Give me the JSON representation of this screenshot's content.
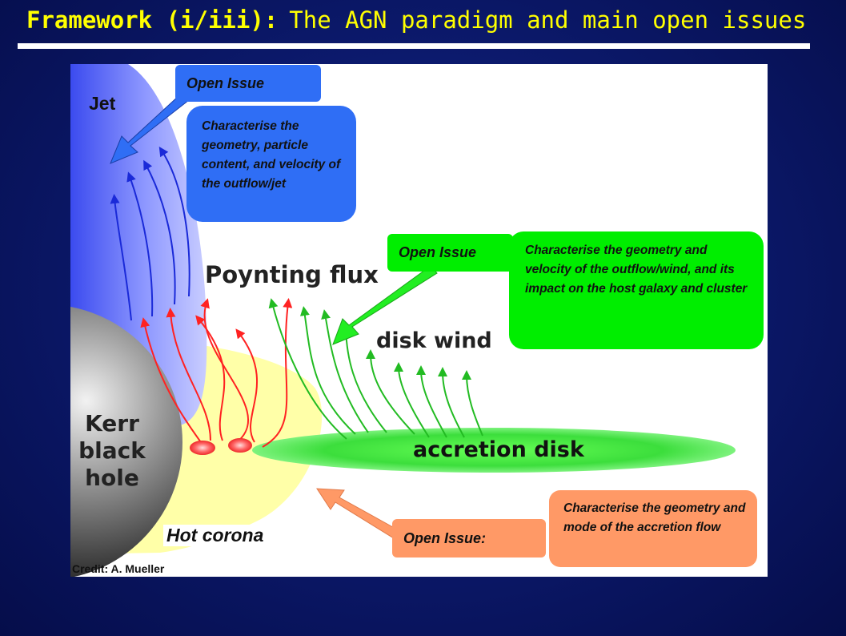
{
  "slide": {
    "title_bold": "Framework (i/iii):",
    "title_rest": "The AGN paradigm and main open issues"
  },
  "diagram": {
    "labels": {
      "jet": "Jet",
      "poynting_flux": "Poynting flux",
      "disk_wind": "disk wind",
      "kerr_line1": "Kerr",
      "kerr_line2": "black",
      "kerr_line3": "hole",
      "accretion_disk": "accretion disk",
      "hot_corona": "Hot corona",
      "credit": "Credit: A. Mueller"
    },
    "issues": {
      "jet": {
        "tag": "Open Issue",
        "text": "Characterise the geometry, particle content, and velocity of the outflow/jet",
        "color": "#2f6ef5"
      },
      "wind": {
        "tag": "Open Issue",
        "text": "Characterise the geometry and velocity of the outflow/wind, and its impact on the host galaxy and cluster",
        "color": "#00ee00"
      },
      "accretion": {
        "tag": "Open Issue:",
        "text": "Characterise the geometry and mode of the accretion flow",
        "color": "#ff9966"
      }
    }
  },
  "colors": {
    "background": "#0c1a6e",
    "title": "#ffff00",
    "jet_blue": "#6a78ff",
    "corona_yellow": "#ffffa0",
    "field_red": "#ff2222",
    "wind_green": "#22bb22"
  }
}
